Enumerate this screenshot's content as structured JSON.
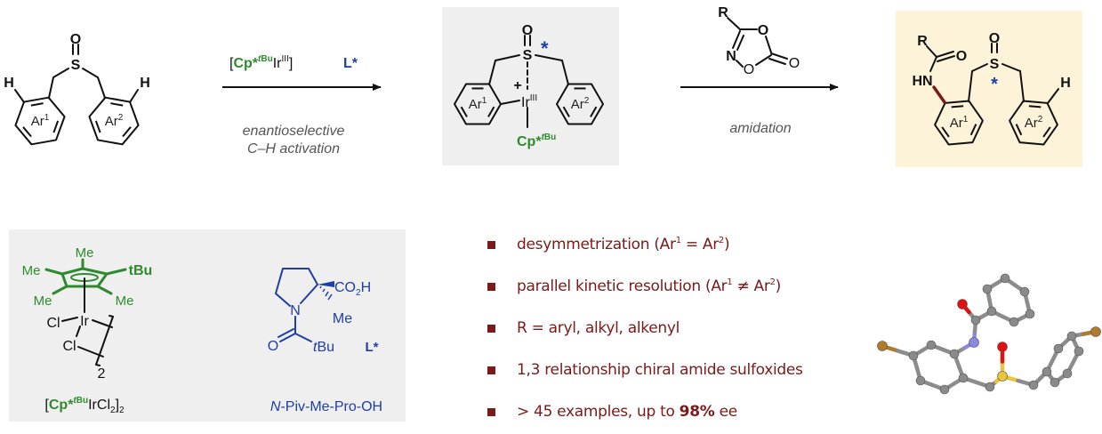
{
  "colors": {
    "catalyst_green": "#2e8b2e",
    "ligand_blue": "#1f3ea8",
    "bullet_red": "#7a1a1a",
    "intermediate_box": "#efefef",
    "product_box": "#fdf3d8",
    "catalyst_box": "#efefef"
  },
  "scheme": {
    "start": {
      "o": "O",
      "s": "S",
      "h_left": "H",
      "h_right": "H",
      "ar1": "Ar",
      "ar1_sup": "1",
      "ar2": "Ar",
      "ar2_sup": "2"
    },
    "step1": {
      "catalyst": {
        "open": "[",
        "cp": "Cp*",
        "sup_t": "t",
        "sup_bu": "Bu",
        "ir": "Ir",
        "ir_sup": "III",
        "close": "]"
      },
      "ligand": "L*",
      "condition_line1": "enantioselective",
      "condition_line2": "C–H activation"
    },
    "intermediate": {
      "o": "O",
      "s": "S",
      "star": "*",
      "plus": "+",
      "ir": "Ir",
      "ir_sup": "III",
      "cp": "Cp*",
      "sup_t": "t",
      "sup_bu": "Bu",
      "ar1": "Ar",
      "ar1_sup": "1",
      "ar2": "Ar",
      "ar2_sup": "2"
    },
    "step2": {
      "reagent": {
        "r": "R",
        "o_ring_top": "O",
        "n": "N",
        "o_ring_bottom": "O",
        "o_carbonyl": "O"
      },
      "condition": "amidation"
    },
    "product": {
      "r": "R",
      "o_amide": "O",
      "hn": "HN",
      "o": "O",
      "s": "S",
      "star": "*",
      "h": "H",
      "ar1": "Ar",
      "ar1_sup": "1",
      "ar2": "Ar",
      "ar2_sup": "2"
    }
  },
  "catalyst_panel": {
    "precatalyst": {
      "me_top": "Me",
      "me_left": "Me",
      "tbu": "tBu",
      "me_lower_left": "Me",
      "me_lower_right": "Me",
      "ir": "Ir",
      "cl1": "Cl",
      "cl2": "Cl",
      "dimer_sub": "2",
      "label": {
        "open": "[",
        "cp": "Cp*",
        "sup_t": "t",
        "sup_bu": "Bu",
        "ir": "IrCl",
        "sub1": "2",
        "close": "]",
        "sub2": "2"
      }
    },
    "ligand": {
      "co2h": "CO",
      "co2h_sub": "2",
      "co2h_h": "H",
      "n": "N",
      "me": "Me",
      "o": "O",
      "tbu_t": "t",
      "tbu_bu": "Bu",
      "tag": "L*",
      "label_italic": "N",
      "label_rest": "-Piv-Me-Pro-OH"
    }
  },
  "highlights": [
    {
      "parts": [
        "desymmetrization (Ar",
        "1",
        " = Ar",
        "2",
        ")"
      ]
    },
    {
      "parts": [
        "parallel kinetic resolution (Ar",
        "1",
        " ≠ Ar",
        "2",
        ")"
      ]
    },
    {
      "parts": [
        "R = aryl, alkyl, alkenyl"
      ]
    },
    {
      "parts": [
        "1,3 relationship chiral amide sulfoxides"
      ]
    },
    {
      "parts": [
        "> 45 examples, up to ",
        "98%",
        " ee"
      ]
    }
  ]
}
